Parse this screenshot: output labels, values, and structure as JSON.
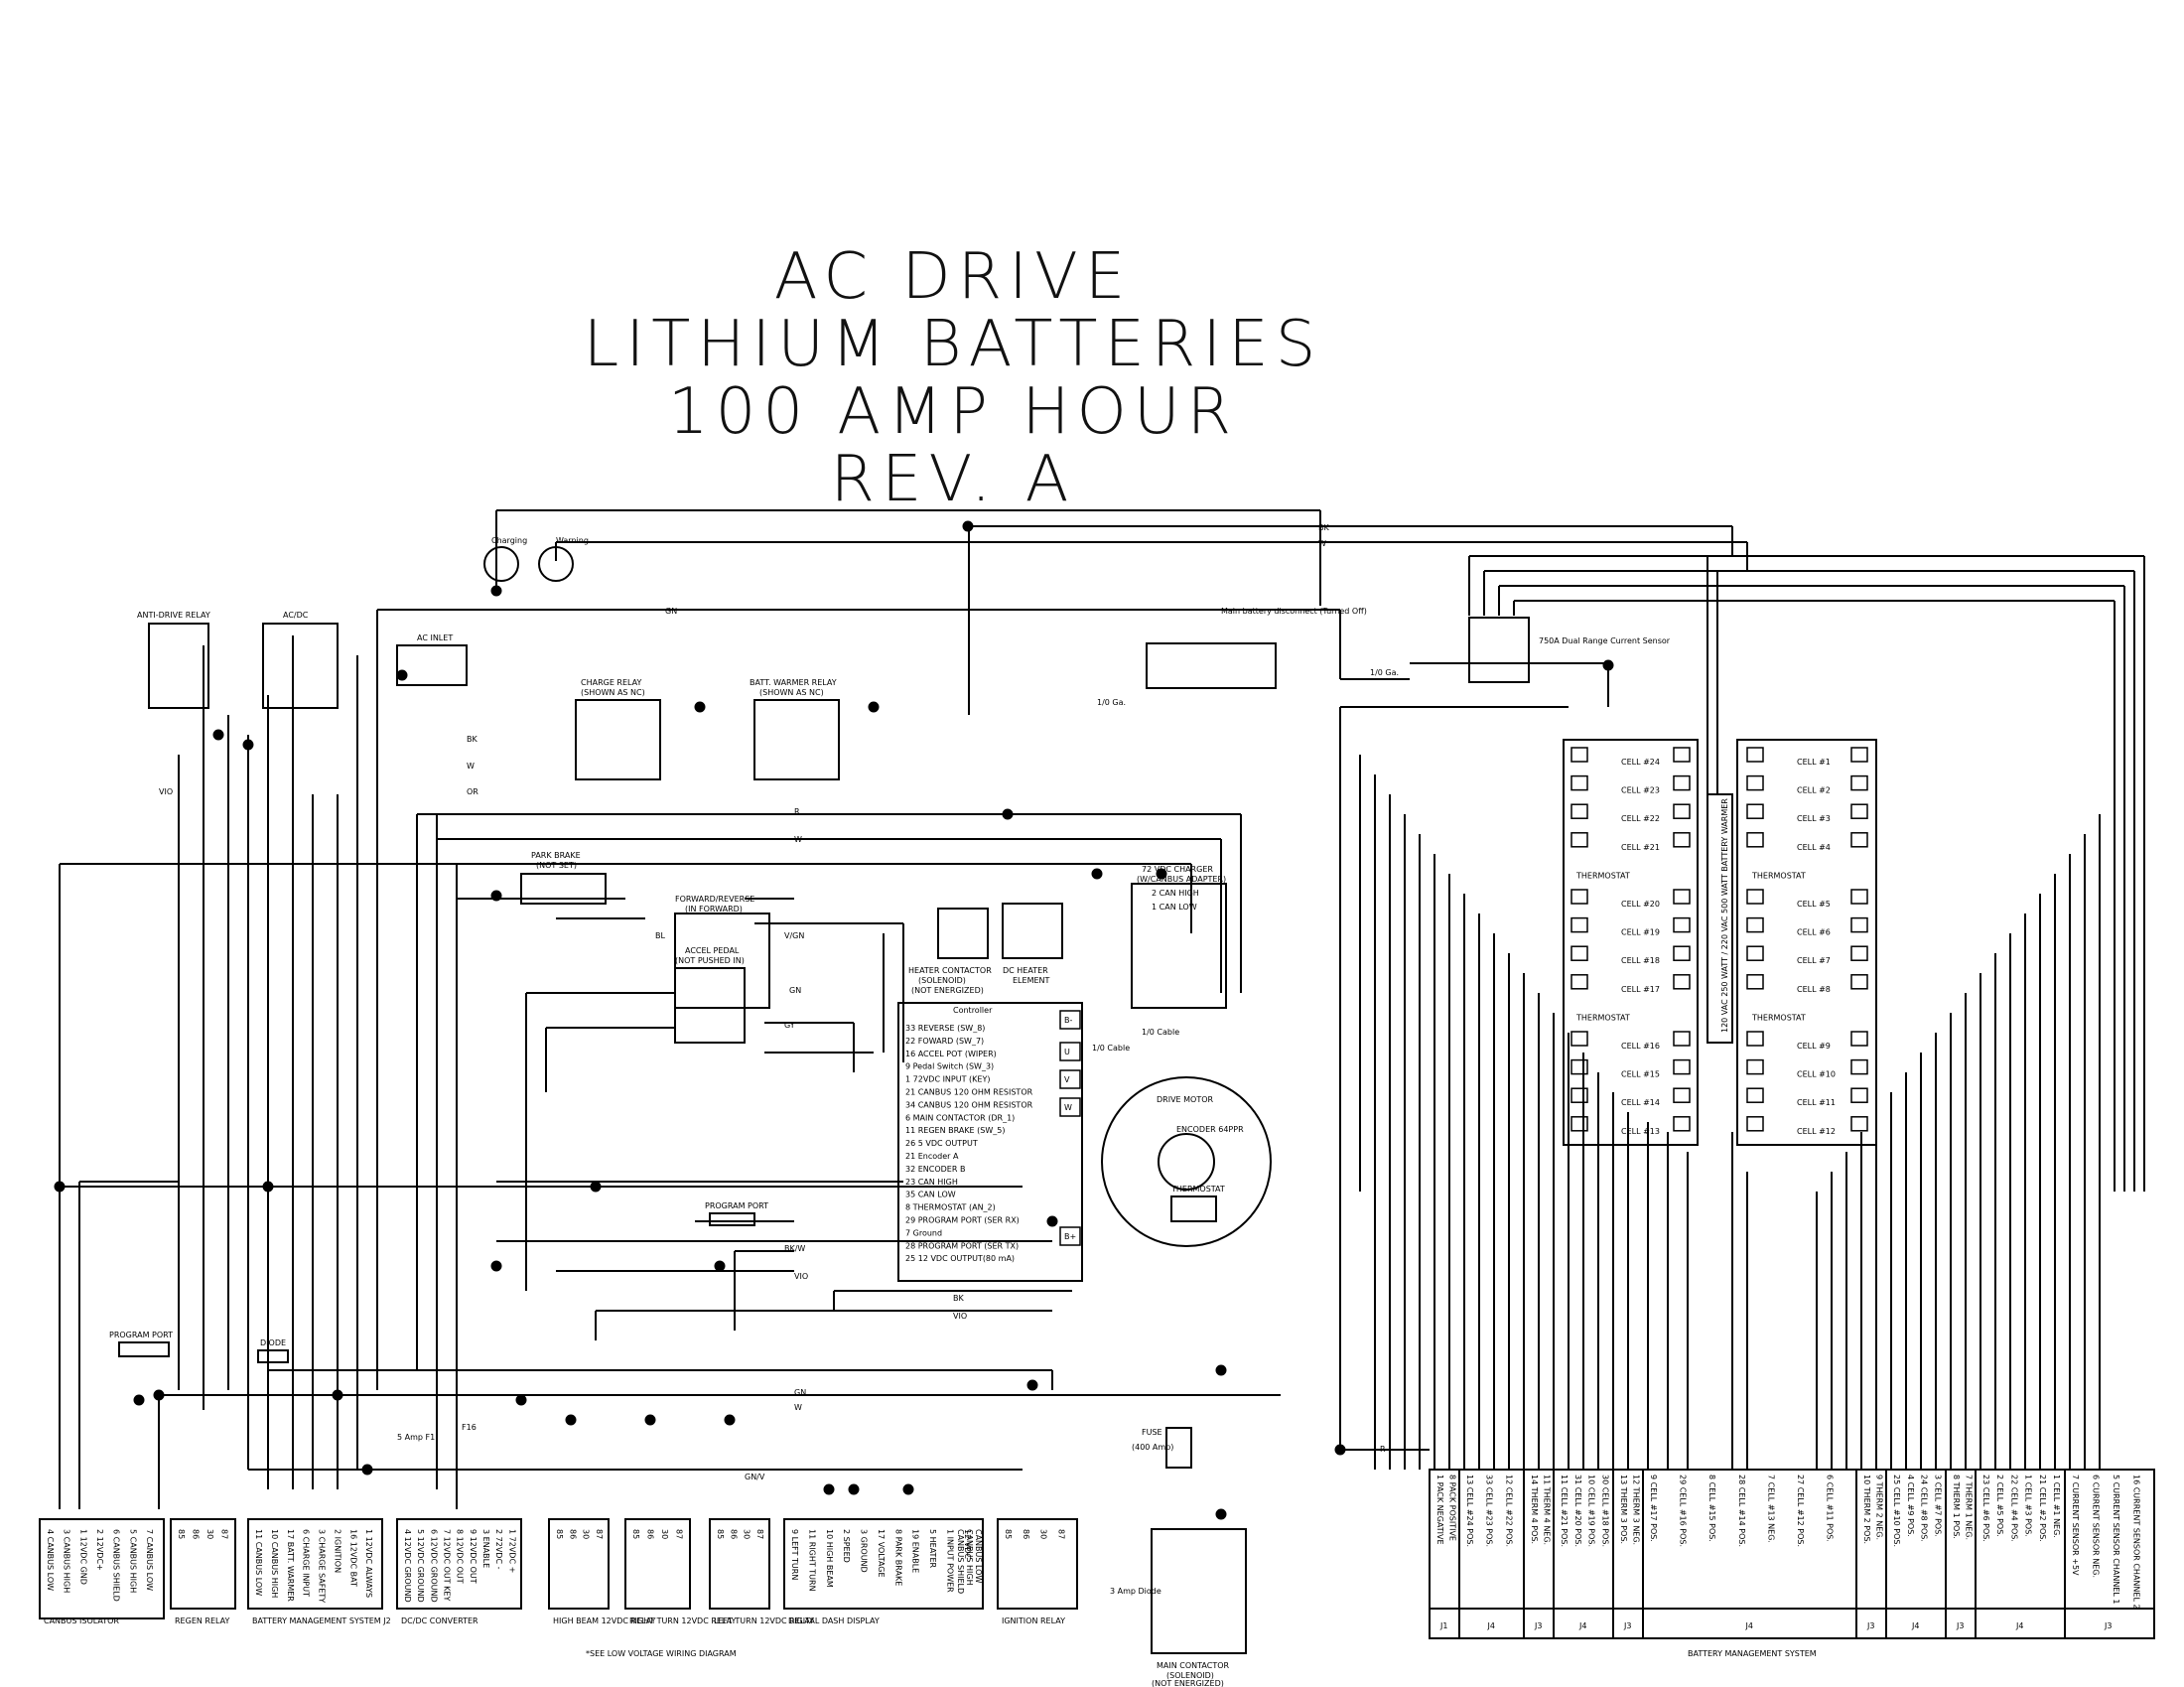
{
  "title": {
    "line1": "AC DRIVE",
    "line2": "LITHIUM BATTERIES",
    "line3": "100 AMP HOUR",
    "line4": "REV. A"
  },
  "indicators": {
    "charging": "Charging",
    "warning": "Warning"
  },
  "wires": {
    "bk": "BK",
    "w": "W",
    "gn": "GN",
    "or": "OR",
    "r": "R",
    "y": "Y",
    "gy": "GY",
    "vio": "VIO",
    "v_gn": "V/GN",
    "bk_w": "BK/W",
    "gn_v": "GN/V",
    "bl": "BL",
    "cable_1_0": "1/0 Cable",
    "ga_1_0": "1/0 Ga.",
    "ga_1_0_alt": "1/0 Ga."
  },
  "components": {
    "anti_drive_relay": "ANTI-DRIVE RELAY",
    "ac_dc": "AC/DC",
    "ac_inlet": "AC INLET",
    "charge_relay": "CHARGE RELAY",
    "charge_relay_note": "(SHOWN AS NC)",
    "batt_warmer_relay": "BATT. WARMER RELAY",
    "batt_warmer_relay_note": "(SHOWN AS NC)",
    "main_disconnect": "Main battery disconnect (Turned Off)",
    "current_sensor": "750A Dual Range Current Sensor",
    "charger": "72 VDC CHARGER",
    "charger_note": "(W/CANBUS ADAPTER)",
    "charger_pins": [
      "2 CAN HIGH",
      "1 CAN LOW"
    ],
    "park_brake": "PARK BRAKE",
    "park_brake_note": "(NOT SET)",
    "fwd_rev": "FORWARD/REVERSE",
    "fwd_rev_note": "(IN FORWARD)",
    "accel_pedal": "ACCEL PEDAL",
    "accel_pedal_note": "(NOT PUSHED IN)",
    "heater_contactor": "HEATER CONTACTOR",
    "heater_contactor_note1": "(SOLENOID)",
    "heater_contactor_note2": "(NOT ENERGIZED)",
    "dc_heater": "DC HEATER",
    "dc_heater_note": "ELEMENT",
    "controller": "Controller",
    "drive_motor": "DRIVE MOTOR",
    "encoder": "ENCODER 64PPR",
    "thermostat": "THERMOSTAT",
    "program_port": "PROGRAM PORT",
    "program_port_left": "PROGRAM PORT",
    "diode": "DIODE",
    "fuse": "FUSE",
    "fuse_rating": "(400 Amp)",
    "main_contactor": "MAIN CONTACTOR",
    "main_contactor_note1": "(SOLENOID)",
    "main_contactor_note2": "(NOT ENERGIZED)",
    "diode_small": "3 Amp Diode",
    "fuse_f1": "5 Amp F1",
    "fuse_f16": "F16",
    "battery_warmer": "120 VAC 250 WATT / 220 VAC 500 WATT BATTERY WARMER",
    "thermostat_bank": "THERMOSTAT"
  },
  "controller_pins": [
    "33 REVERSE (SW_8)",
    "22 FOWARD (SW_7)",
    "16 ACCEL POT (WIPER)",
    "9 Pedal Switch (SW_3)",
    "1 72VDC INPUT (KEY)",
    "21 CANBUS 120 OHM RESISTOR",
    "34 CANBUS 120 OHM RESISTOR",
    "6 MAIN CONTACTOR (DR_1)",
    "11 REGEN BRAKE (SW_5)",
    "26 5 VDC OUTPUT",
    "21 Encoder A",
    "32 ENCODER B",
    "23 CAN HIGH",
    "35 CAN LOW",
    "8 THERMOSTAT (AN_2)",
    "29 PROGRAM PORT (SER RX)",
    "7 Ground",
    "28 PROGRAM PORT (SER TX)",
    "25 12 VDC OUTPUT(80 mA)"
  ],
  "controller_terminals": [
    "B-",
    "U",
    "V",
    "W",
    "B+"
  ],
  "left_cells": [
    "CELL #24",
    "CELL #23",
    "CELL #22",
    "CELL #21",
    "THERMOSTAT",
    "CELL #20",
    "CELL #19",
    "CELL #18",
    "CELL #17",
    "THERMOSTAT",
    "CELL #16",
    "CELL #15",
    "CELL #14",
    "CELL #13"
  ],
  "right_cells": [
    "CELL #1",
    "CELL #2",
    "CELL #3",
    "CELL #4",
    "THERMOSTAT",
    "CELL #5",
    "CELL #6",
    "CELL #7",
    "CELL #8",
    "THERMOSTAT",
    "CELL #9",
    "CELL #10",
    "CELL #11",
    "CELL #12"
  ],
  "bottom_components": [
    {
      "label": "CANBUS ISOLATOR",
      "pins": [
        "4 CANBUS LOW",
        "3 CANBUS HIGH",
        "1 12VDC GND",
        "2 12VDC+",
        "6 CANBUS SHIELD",
        "5 CANBUS HIGH",
        "7 CANBUS LOW"
      ]
    },
    {
      "label": "REGEN RELAY",
      "pins": [
        "85",
        "86",
        "30",
        "87"
      ]
    },
    {
      "label": "BATTERY MANAGEMENT SYSTEM J2",
      "pins": [
        "11 CANBUS LOW",
        "10 CANBUS HIGH",
        "17 BATT. WARMER",
        "6 CHARGE INPUT",
        "3 CHARGE SAFETY",
        "2 IGNITION",
        "16 12VDC BAT",
        "1 12VDC ALWAYS"
      ]
    },
    {
      "label": "DC/DC CONVERTER",
      "pins": [
        "4 12VDC GROUND",
        "5 12VDC GROUND",
        "6 12VDC GROUND",
        "7 12VDC OUT KEY",
        "8 12VDC OUT",
        "9 12VDC OUT",
        "3 ENABLE",
        "2 72VDC -",
        "1 72VDC +"
      ]
    },
    {
      "label": "HIGH BEAM 12VDC RELAY",
      "pins": [
        "85",
        "86",
        "30",
        "87"
      ]
    },
    {
      "label": "RIGHT TURN 12VDC RELAY",
      "pins": [
        "85",
        "86",
        "30",
        "87"
      ]
    },
    {
      "label": "LEFT TURN 12VDC RELAY",
      "pins": [
        "85",
        "86",
        "30",
        "87"
      ]
    },
    {
      "label": "DIGITAL DASH DISPLAY",
      "pins": [
        "9 LEFT TURN",
        "11 RIGHT TURN",
        "10 HIGH BEAM",
        "2 SPEED",
        "3 GROUND",
        "17 VOLTAGE",
        "8 PARK BRAKE",
        "19 ENABLE",
        "5 HEATER",
        "1 INPUT POWER",
        "12 VDC"
      ]
    },
    {
      "label": "IGNITION RELAY",
      "pins": [
        "85",
        "86",
        "30",
        "87"
      ]
    }
  ],
  "dash_can_pins": [
    "CANBUS SHIELD",
    "CANBUS HIGH",
    "CANBUS LOW"
  ],
  "bms_bottom": {
    "label": "BATTERY MANAGEMENT SYSTEM",
    "groups": [
      {
        "conn": "J1",
        "pins": [
          "1 PACK NEGATIVE",
          "8 PACK POSITIVE"
        ]
      },
      {
        "conn": "J4",
        "pins": [
          "13 CELL #24 POS.",
          "33 CELL #23 POS.",
          "12 CELL #22 POS."
        ]
      },
      {
        "conn": "J3",
        "pins": [
          "14 THERM 4 POS.",
          "11 THERM 4 NEG."
        ]
      },
      {
        "conn": "J4",
        "pins": [
          "11 CELL #21 POS.",
          "31 CELL #20 POS.",
          "10 CELL #19 POS.",
          "30 CELL #18 POS."
        ]
      },
      {
        "conn": "J3",
        "pins": [
          "13 THERM 3 POS.",
          "12 THERM 3 NEG."
        ]
      },
      {
        "conn": "J4",
        "pins": [
          "9 CELL #17 POS.",
          "29 CELL #16 POS.",
          "8 CELL #15 POS.",
          "28 CELL #14 POS.",
          "7 CELL #13 NEG.",
          "27 CELL #12 POS.",
          "6 CELL #11 POS."
        ]
      },
      {
        "conn": "J3",
        "pins": [
          "10 THERM 2 POS.",
          "9 THERM 2 NEG."
        ]
      },
      {
        "conn": "J4",
        "pins": [
          "25 CELL #10 POS.",
          "4 CELL #9 POS.",
          "24 CELL #8 POS.",
          "3 CELL #7 POS."
        ]
      },
      {
        "conn": "J3",
        "pins": [
          "8 THERM 1 POS.",
          "7 THERM 1 NEG."
        ]
      },
      {
        "conn": "J4",
        "pins": [
          "23 CELL #6 POS.",
          "2 CELL #5 POS.",
          "22 CELL #4 POS.",
          "1 CELL #3 POS.",
          "21 CELL #2 POS.",
          "1 CELL #1 NEG."
        ]
      },
      {
        "conn": "J3",
        "pins": [
          "7 CURRENT SENSOR +5V",
          "6 CURRENT SENSOR NEG.",
          "5 CURRENT SENSOR CHANNEL 1",
          "16 CURRENT SENSOR CHANNEL 2"
        ]
      }
    ]
  },
  "footnote": "*SEE LOW VOLTAGE WIRING DIAGRAM"
}
